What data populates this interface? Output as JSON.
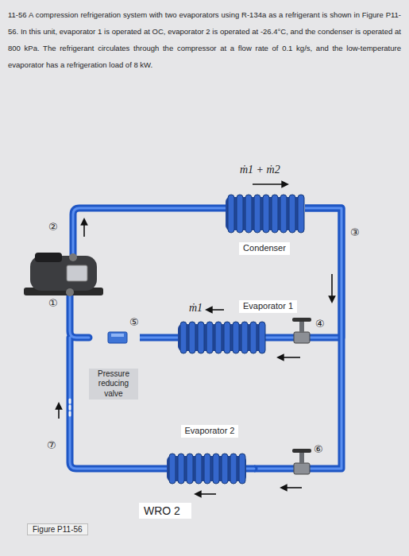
{
  "diagram": {
    "caption": "Figure P11-56",
    "nodes": [
      {
        "text": [
          "Condenser"
        ]
      },
      {
        "text": [
          "Evaporator 1"
        ]
      },
      {
        "text": [
          "Evaporator 2"
        ]
      },
      {
        "text": [
          "Pressure reducing valve"
        ]
      }
    ],
    "edges": [
      {
        "from": 0,
        "to": 1,
        "arrow": "none"
      },
      {
        "from": 0,
        "to": 2,
        "arrow": "none"
      },
      {
        "from": 1,
        "to": 3,
        "arrow": "none"
      }
    ],
    "labels": [
      "11-56 A compression refrigeration system with two evaporators using R-134a as a refrigerant is shown in Figure P11-56. In this unit, evaporator 1 is operated at OC, evaporator 2 is operated at -26.4°C, and the condenser is operated at 800 kPa. The refrigerant circulates through the compressor at a flow rate of 0.1 kg/s, and the low-temperature evaporator has a refrigeration load of 8 kW.",
      "ṁ1 + ṁ2",
      "②",
      "③",
      "ṁ1",
      "①",
      "⑤",
      "④",
      "⑦",
      "⑥",
      "WRO 2"
    ]
  }
}
